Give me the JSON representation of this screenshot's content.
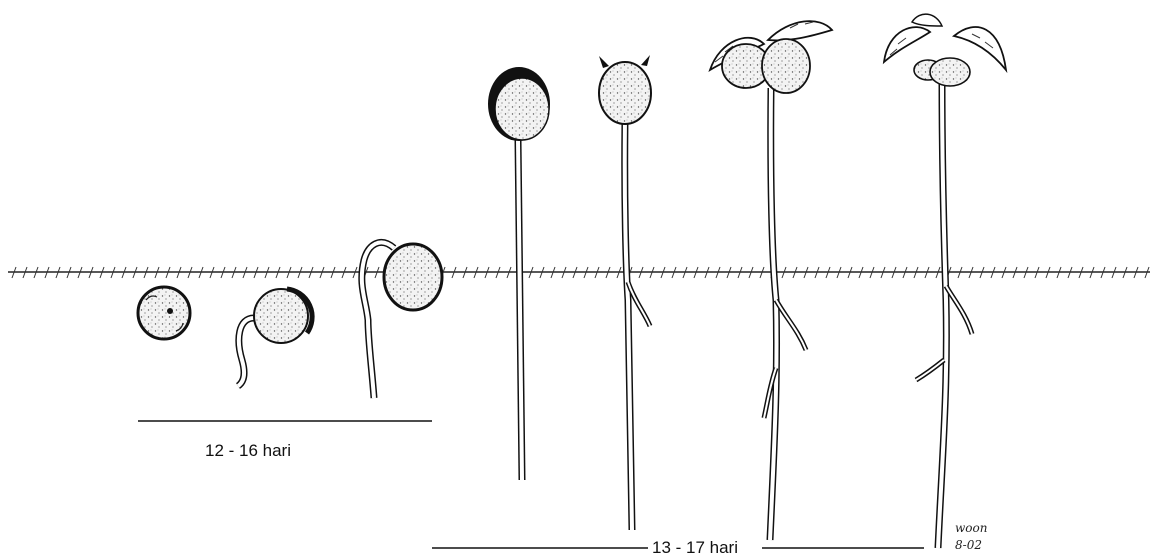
{
  "labels": {
    "stage1_duration": "12 - 16 hari",
    "stage2_duration": "13 - 17 hari"
  },
  "signature": {
    "name": "woon",
    "date": "8-02"
  },
  "stages": [
    {
      "id": "seed"
    },
    {
      "id": "radicle-emerging"
    },
    {
      "id": "hypocotyl-hook"
    },
    {
      "id": "seedling-seed-coat"
    },
    {
      "id": "seedling-coat-splitting"
    },
    {
      "id": "seedling-first-leaves"
    },
    {
      "id": "seedling-leaves-open"
    }
  ]
}
